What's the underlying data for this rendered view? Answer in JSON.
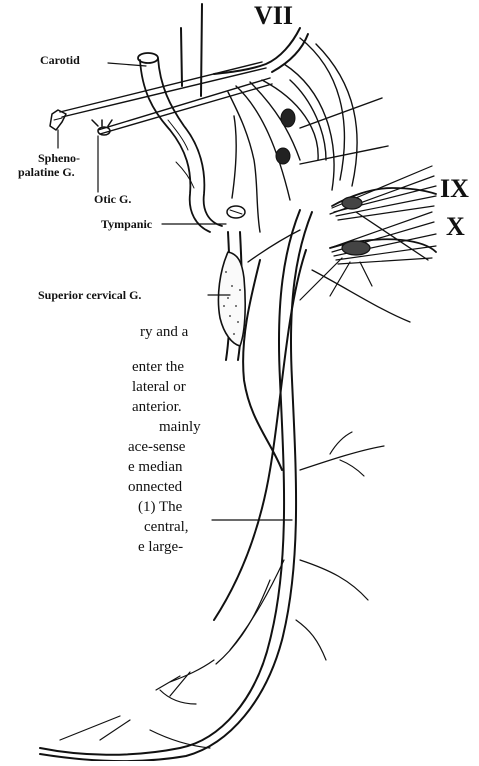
{
  "labels": {
    "carotid": "Carotid",
    "spheno_line1": "Spheno-",
    "spheno_line2": "palatine G.",
    "otic": "Otic G.",
    "tympanic": "Tympanic",
    "superior_cervical": "Superior cervical G.",
    "nerve_vii": "VII",
    "nerve_ix": "IX",
    "nerve_x": "X"
  },
  "paragraph_fragments": [
    "ry and a",
    "enter the",
    "lateral or",
    "anterior.",
    "mainly",
    "ace-sense",
    "e median",
    "onnected",
    "(1) The",
    "central,",
    "e large-"
  ],
  "colors": {
    "ink": "#111111",
    "background": "#ffffff",
    "ganglion_stipple": "#555555"
  }
}
